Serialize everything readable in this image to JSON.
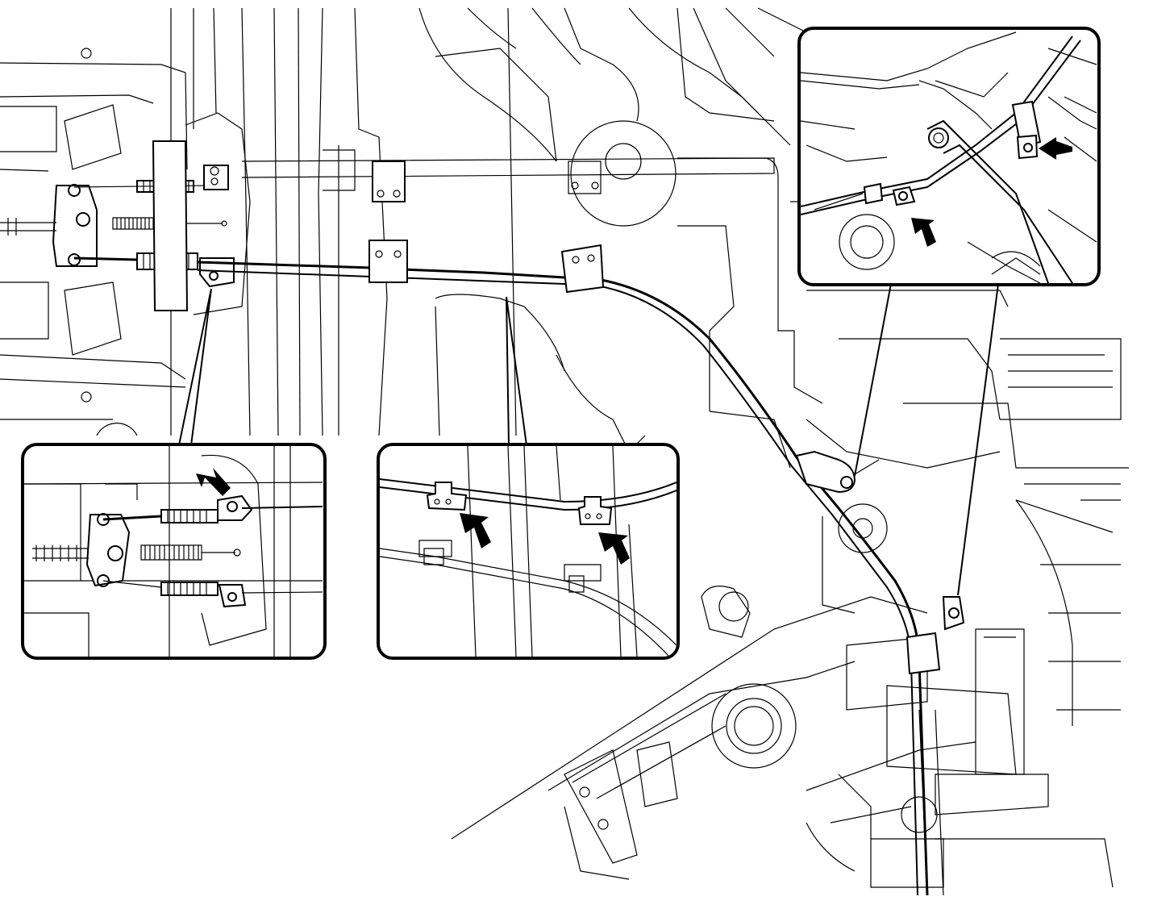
{
  "figure": {
    "background": "#ffffff",
    "line_color": "#000000",
    "callouts": [
      {
        "id": "left-detail",
        "arrow_count": 1
      },
      {
        "id": "center-detail",
        "arrow_count": 2
      },
      {
        "id": "right-detail",
        "arrow_count": 2
      }
    ]
  }
}
